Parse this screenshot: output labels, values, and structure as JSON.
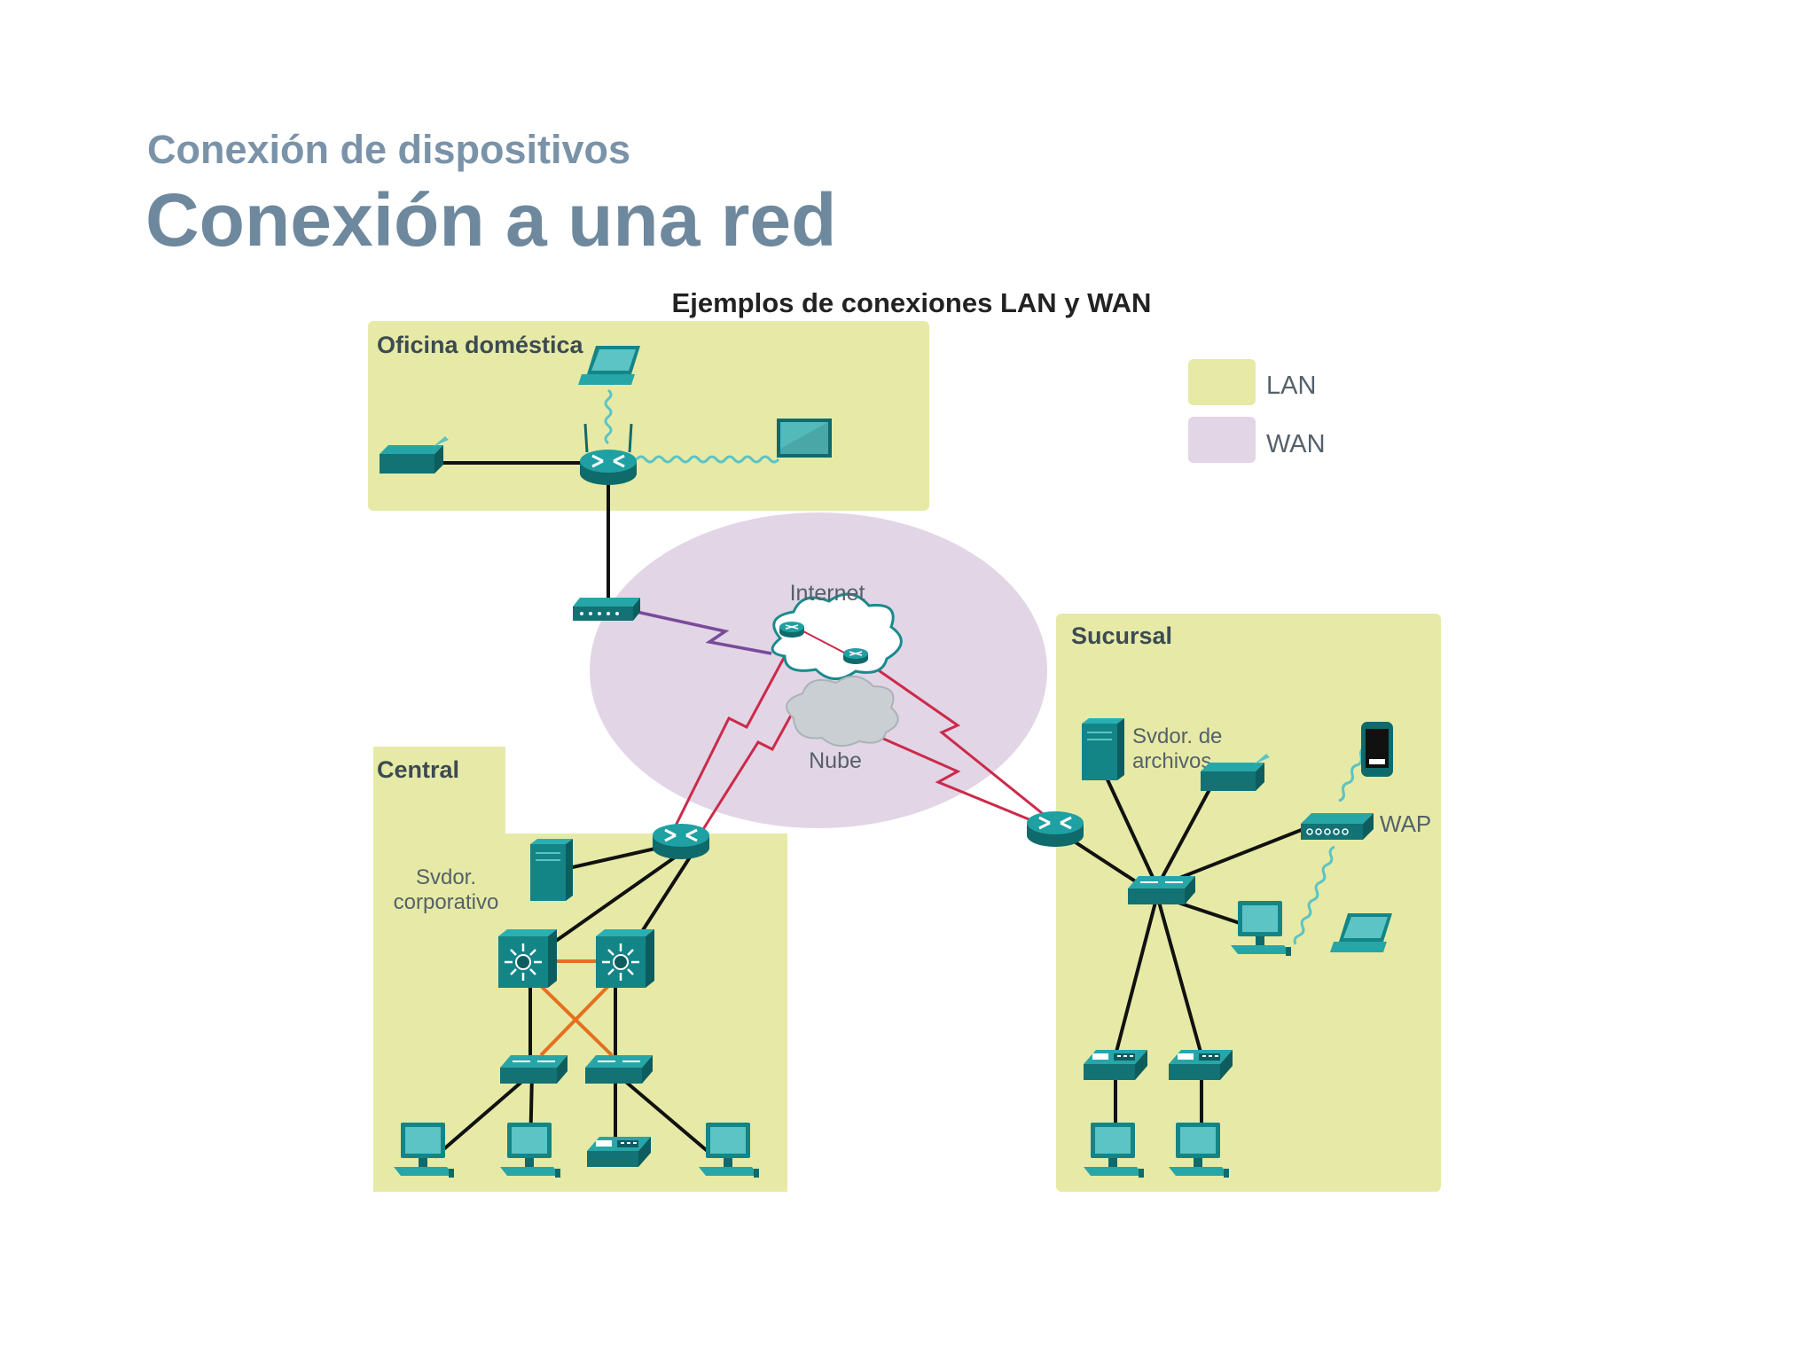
{
  "header": {
    "subtitle": "Conexión de dispositivos",
    "title": "Conexión a una red"
  },
  "diagram": {
    "title": "Ejemplos de conexiones LAN y WAN",
    "legend": [
      {
        "label": "LAN",
        "color": "#e6eaa6"
      },
      {
        "label": "WAN",
        "color": "#e2d5e6"
      }
    ],
    "zones": {
      "home": "Oficina doméstica",
      "central": "Central",
      "branch": "Sucursal"
    },
    "labels": {
      "internet": "Internet",
      "cloud": "Nube",
      "file_server_1": "Svdor. de",
      "file_server_2": "archivos",
      "corp_server_1": "Svdor.",
      "corp_server_2": "corporativo",
      "wap": "WAP"
    },
    "colors": {
      "device": "#1b8a8c",
      "device_dark": "#0f6a6c",
      "wan_link": "#cc2a4a",
      "dsl_link": "#7a4a9a",
      "redundant_link": "#e57020",
      "lan_link": "#111111"
    }
  }
}
